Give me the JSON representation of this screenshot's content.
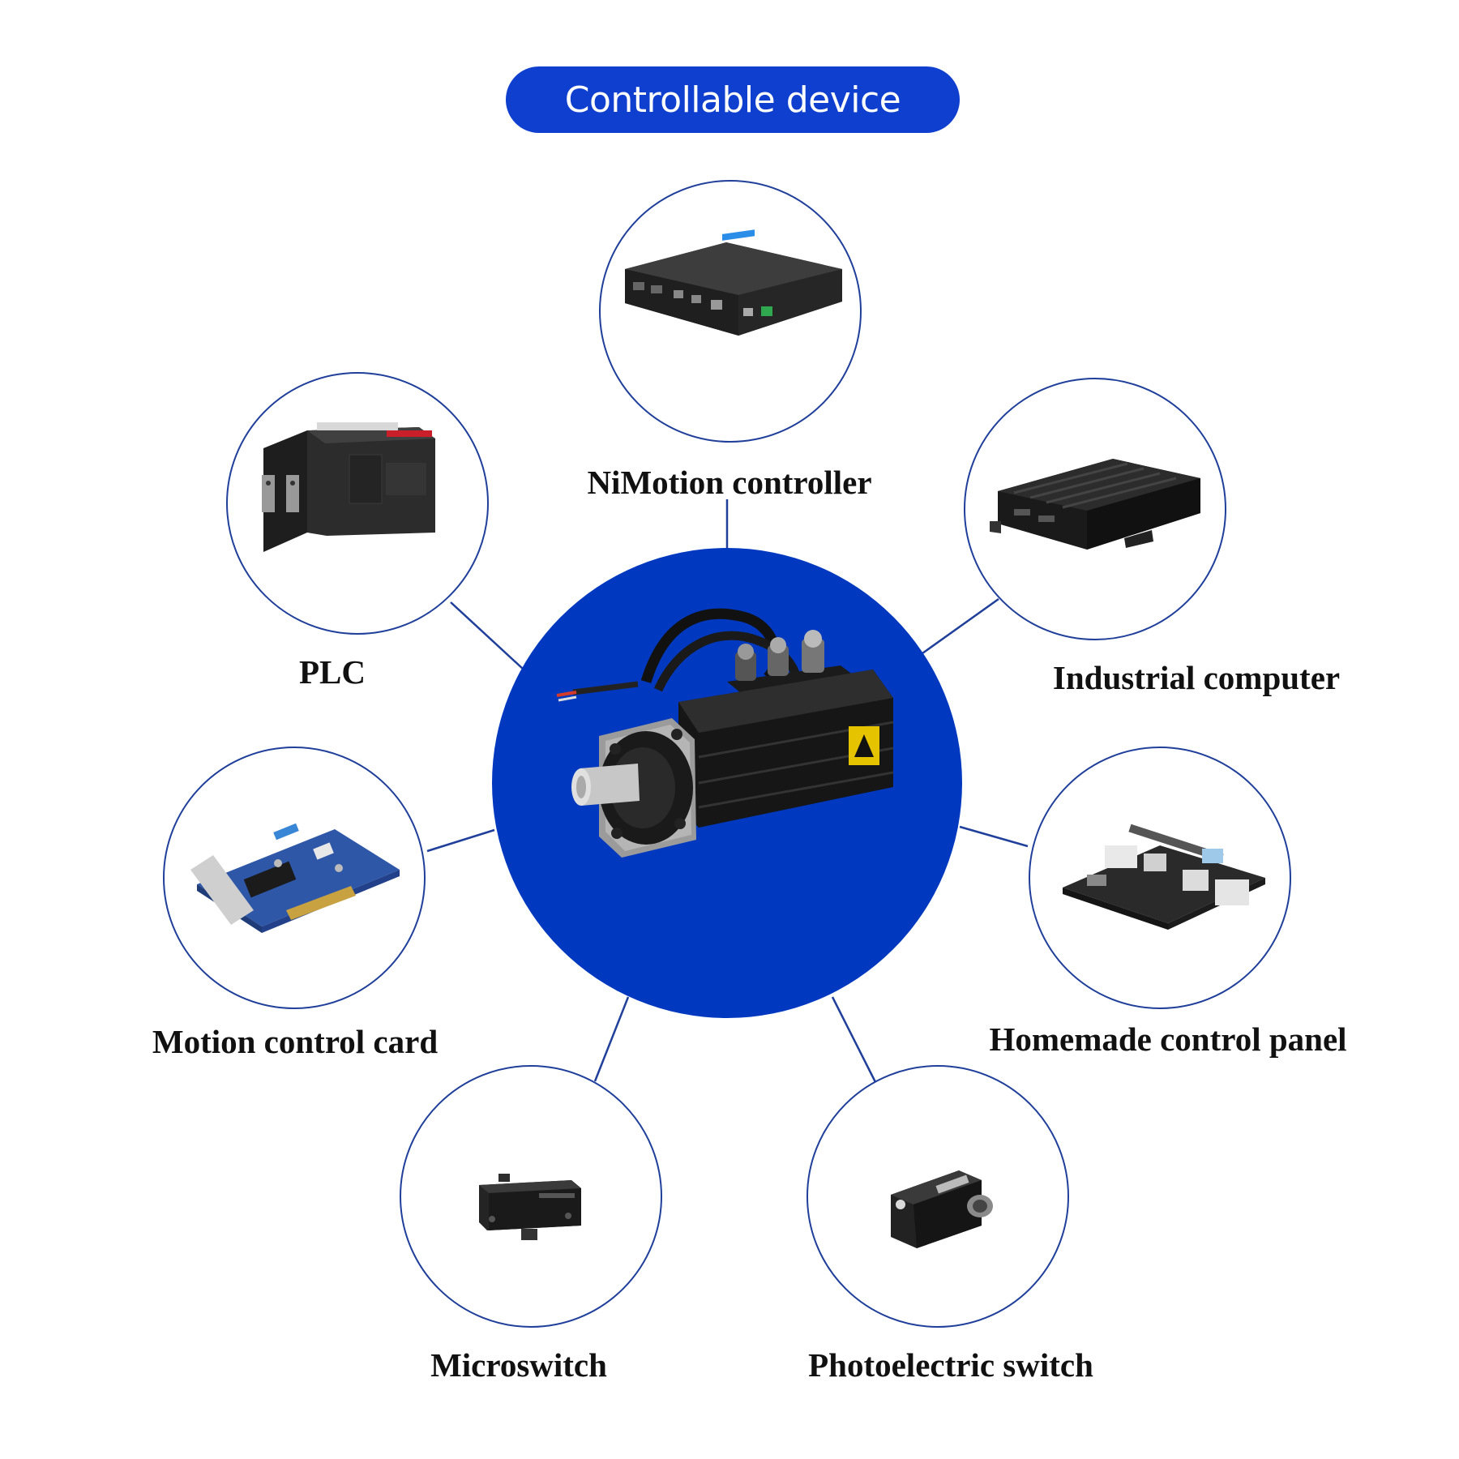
{
  "title": "Controllable device",
  "center": {
    "name": "servo-motor",
    "icon": "servo-motor-icon"
  },
  "colors": {
    "accent": "#0039bf",
    "pill": "#0f3fcf",
    "outline": "#1f3f9a",
    "text": "#111111"
  },
  "devices": [
    {
      "label": "NiMotion controller",
      "icon": "controller-box-icon"
    },
    {
      "label": "PLC",
      "icon": "plc-icon"
    },
    {
      "label": "Industrial computer",
      "icon": "industrial-computer-icon"
    },
    {
      "label": "Motion control card",
      "icon": "motion-card-icon"
    },
    {
      "label": "Homemade control panel",
      "icon": "control-board-icon"
    },
    {
      "label": "Microswitch",
      "icon": "microswitch-icon"
    },
    {
      "label": "Photoelectric switch",
      "icon": "photoelectric-sensor-icon"
    }
  ]
}
